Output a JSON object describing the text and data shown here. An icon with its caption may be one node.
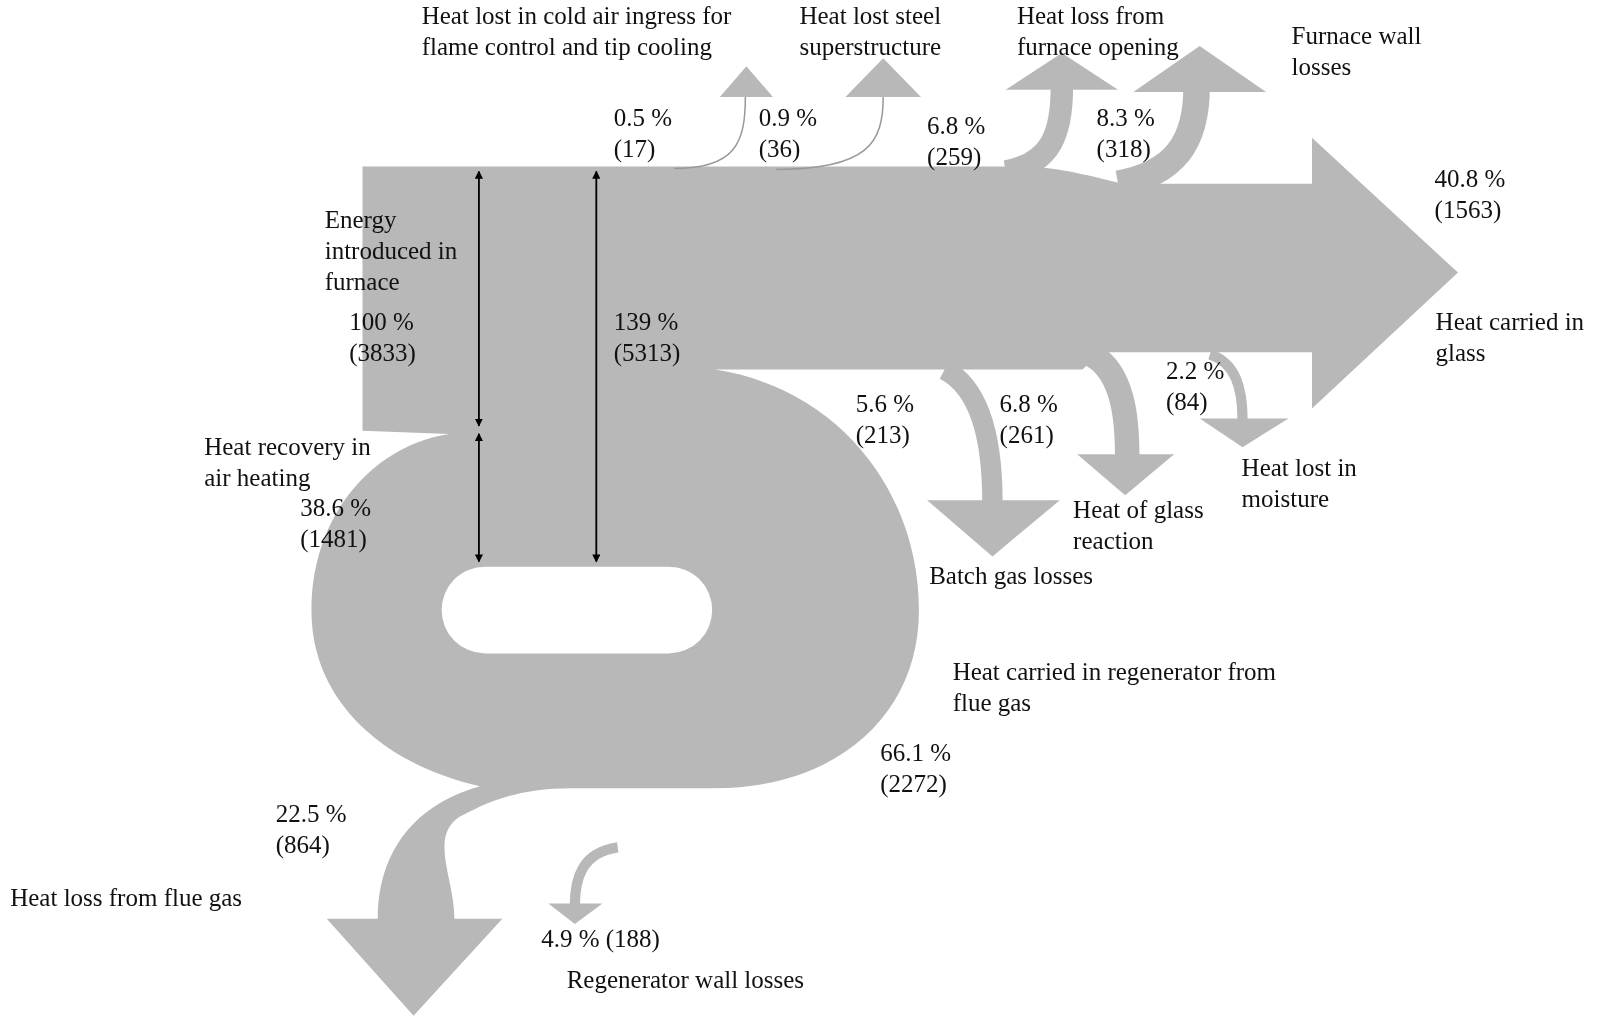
{
  "diagram": {
    "labels": [
      "Heat lost in cold air ingress for flame control and tip cooling",
      "Heat lost steel superstructure",
      "Heat loss from furnace opening",
      "Furnace wall losses",
      "0.5 % (17)",
      "0.9 % (36)",
      "6.8 % (259)",
      "8.3 % (318)",
      "40.8 % (1563)",
      "Energy introduced in furnace",
      "100 % (3833)",
      "139 % (5313)",
      "Heat carried in glass",
      "2.2 % (84)",
      "5.6 % (213)",
      "6.8 % (261)",
      "Heat recovery in air heating",
      "38.6 % (1481)",
      "Heat lost in moisture",
      "Heat of glass reaction",
      "Batch gas losses",
      "Heat carried in regenerator from flue gas",
      "66.1 % (2272)",
      "22.5 % (864)",
      "Heat loss from flue gas",
      "4.9 % (188)",
      "Regenerator wall losses"
    ]
  }
}
